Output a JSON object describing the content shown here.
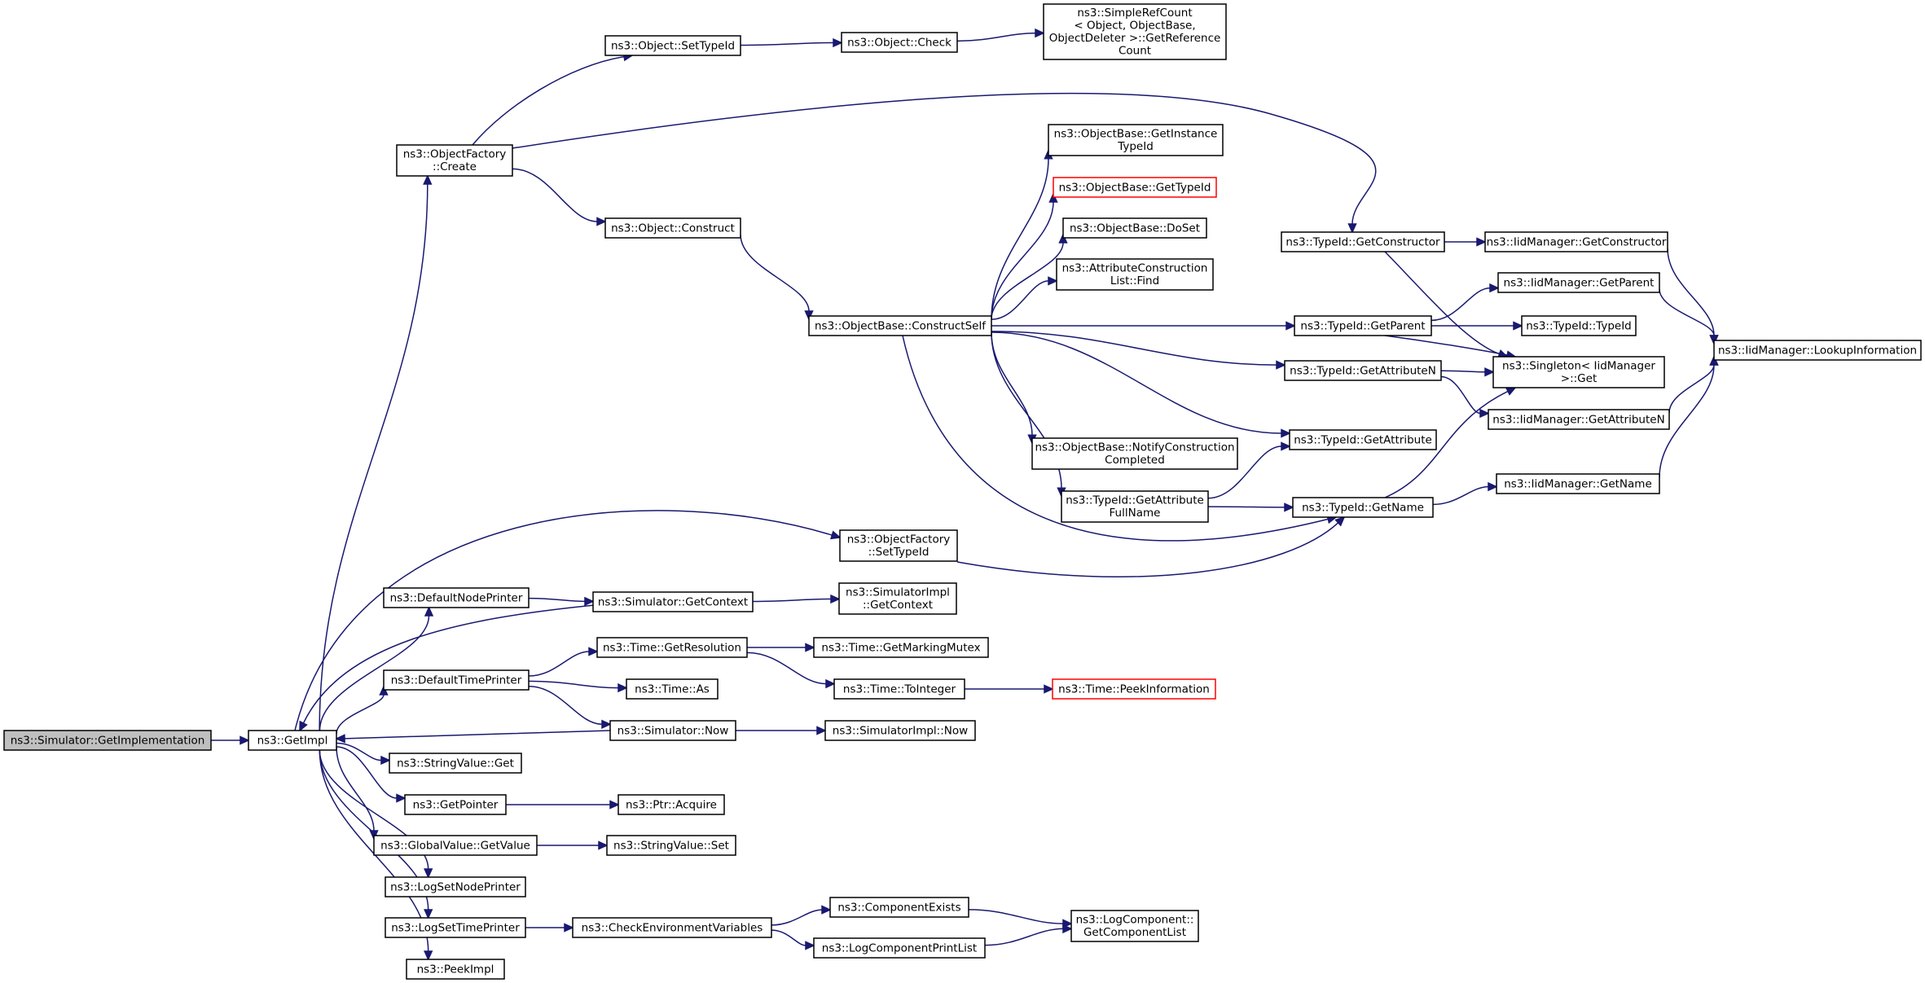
{
  "diagram": {
    "colors": {
      "edge": "#191970",
      "node_border": "#000000",
      "missing_border": "#ff0000",
      "root_fill": "#bfbfbf",
      "background": "#ffffff"
    },
    "nodes": [
      {
        "id": "n0",
        "lines": [
          "ns3::Simulator::GetImplementation"
        ],
        "style": "root"
      },
      {
        "id": "n1",
        "lines": [
          "ns3::GetImpl"
        ]
      },
      {
        "id": "n2",
        "lines": [
          "ns3::ObjectFactory",
          "::Create"
        ]
      },
      {
        "id": "n3",
        "lines": [
          "ns3::Object::SetTypeId"
        ]
      },
      {
        "id": "n4",
        "lines": [
          "ns3::Object::Check"
        ]
      },
      {
        "id": "n5",
        "lines": [
          "ns3::SimpleRefCount",
          "< Object, ObjectBase,",
          " ObjectDeleter >::GetReference",
          "Count"
        ]
      },
      {
        "id": "n6",
        "lines": [
          "ns3::Object::Construct"
        ]
      },
      {
        "id": "n7",
        "lines": [
          "ns3::ObjectBase::ConstructSelf"
        ]
      },
      {
        "id": "n8",
        "lines": [
          "ns3::ObjectBase::GetInstance",
          "TypeId"
        ]
      },
      {
        "id": "n9",
        "lines": [
          "ns3::ObjectBase::GetTypeId"
        ],
        "style": "missing"
      },
      {
        "id": "n10",
        "lines": [
          "ns3::ObjectBase::DoSet"
        ]
      },
      {
        "id": "n11",
        "lines": [
          "ns3::AttributeConstruction",
          "List::Find"
        ]
      },
      {
        "id": "n12",
        "lines": [
          "ns3::ObjectBase::NotifyConstruction",
          "Completed"
        ]
      },
      {
        "id": "n13",
        "lines": [
          "ns3::TypeId::GetAttribute",
          "FullName"
        ]
      },
      {
        "id": "n14",
        "lines": [
          "ns3::TypeId::GetConstructor"
        ]
      },
      {
        "id": "n15",
        "lines": [
          "ns3::IidManager::GetConstructor"
        ]
      },
      {
        "id": "n16",
        "lines": [
          "ns3::TypeId::GetParent"
        ]
      },
      {
        "id": "n17",
        "lines": [
          "ns3::IidManager::GetParent"
        ]
      },
      {
        "id": "n18",
        "lines": [
          "ns3::TypeId::TypeId"
        ]
      },
      {
        "id": "n19",
        "lines": [
          "ns3::TypeId::GetAttributeN"
        ]
      },
      {
        "id": "n20",
        "lines": [
          "ns3::Singleton< IidManager",
          " >::Get"
        ]
      },
      {
        "id": "n21",
        "lines": [
          "ns3::IidManager::GetAttributeN"
        ]
      },
      {
        "id": "n22",
        "lines": [
          "ns3::IidManager::LookupInformation"
        ]
      },
      {
        "id": "n23",
        "lines": [
          "ns3::TypeId::GetAttribute"
        ]
      },
      {
        "id": "n24",
        "lines": [
          "ns3::TypeId::GetName"
        ]
      },
      {
        "id": "n25",
        "lines": [
          "ns3::IidManager::GetName"
        ]
      },
      {
        "id": "n26",
        "lines": [
          "ns3::ObjectFactory",
          "::SetTypeId"
        ]
      },
      {
        "id": "n27",
        "lines": [
          "ns3::DefaultNodePrinter"
        ]
      },
      {
        "id": "n28",
        "lines": [
          "ns3::Simulator::GetContext"
        ]
      },
      {
        "id": "n29",
        "lines": [
          "ns3::SimulatorImpl",
          "::GetContext"
        ]
      },
      {
        "id": "n30",
        "lines": [
          "ns3::DefaultTimePrinter"
        ]
      },
      {
        "id": "n31",
        "lines": [
          "ns3::Time::GetResolution"
        ]
      },
      {
        "id": "n32",
        "lines": [
          "ns3::Time::GetMarkingMutex"
        ]
      },
      {
        "id": "n33",
        "lines": [
          "ns3::Time::As"
        ]
      },
      {
        "id": "n34",
        "lines": [
          "ns3::Time::ToInteger"
        ]
      },
      {
        "id": "n35",
        "lines": [
          "ns3::Time::PeekInformation"
        ],
        "style": "missing"
      },
      {
        "id": "n36",
        "lines": [
          "ns3::Simulator::Now"
        ]
      },
      {
        "id": "n37",
        "lines": [
          "ns3::SimulatorImpl::Now"
        ]
      },
      {
        "id": "n38",
        "lines": [
          "ns3::StringValue::Get"
        ]
      },
      {
        "id": "n39",
        "lines": [
          "ns3::GetPointer"
        ]
      },
      {
        "id": "n40",
        "lines": [
          "ns3::Ptr::Acquire"
        ]
      },
      {
        "id": "n41",
        "lines": [
          "ns3::GlobalValue::GetValue"
        ]
      },
      {
        "id": "n42",
        "lines": [
          "ns3::StringValue::Set"
        ]
      },
      {
        "id": "n43",
        "lines": [
          "ns3::LogSetNodePrinter"
        ]
      },
      {
        "id": "n44",
        "lines": [
          "ns3::LogSetTimePrinter"
        ]
      },
      {
        "id": "n45",
        "lines": [
          "ns3::CheckEnvironmentVariables"
        ]
      },
      {
        "id": "n46",
        "lines": [
          "ns3::ComponentExists"
        ]
      },
      {
        "id": "n47",
        "lines": [
          "ns3::LogComponent::",
          "GetComponentList"
        ]
      },
      {
        "id": "n48",
        "lines": [
          "ns3::LogComponentPrintList"
        ]
      },
      {
        "id": "n49",
        "lines": [
          "ns3::PeekImpl"
        ]
      }
    ],
    "edges": [
      [
        "n0",
        "n1"
      ],
      [
        "n1",
        "n2"
      ],
      [
        "n2",
        "n3"
      ],
      [
        "n3",
        "n4"
      ],
      [
        "n4",
        "n5"
      ],
      [
        "n2",
        "n6"
      ],
      [
        "n2",
        "n14"
      ],
      [
        "n6",
        "n7"
      ],
      [
        "n7",
        "n8"
      ],
      [
        "n7",
        "n9"
      ],
      [
        "n7",
        "n10"
      ],
      [
        "n7",
        "n11"
      ],
      [
        "n7",
        "n12"
      ],
      [
        "n7",
        "n13"
      ],
      [
        "n7",
        "n16"
      ],
      [
        "n7",
        "n19"
      ],
      [
        "n7",
        "n23"
      ],
      [
        "n7",
        "n24"
      ],
      [
        "n14",
        "n15"
      ],
      [
        "n14",
        "n20"
      ],
      [
        "n15",
        "n22"
      ],
      [
        "n16",
        "n17"
      ],
      [
        "n16",
        "n18"
      ],
      [
        "n16",
        "n20"
      ],
      [
        "n17",
        "n22"
      ],
      [
        "n19",
        "n20"
      ],
      [
        "n19",
        "n21"
      ],
      [
        "n21",
        "n22"
      ],
      [
        "n13",
        "n23"
      ],
      [
        "n13",
        "n24"
      ],
      [
        "n24",
        "n20"
      ],
      [
        "n24",
        "n25"
      ],
      [
        "n25",
        "n22"
      ],
      [
        "n1",
        "n26"
      ],
      [
        "n26",
        "n24"
      ],
      [
        "n1",
        "n27"
      ],
      [
        "n27",
        "n28"
      ],
      [
        "n28",
        "n1"
      ],
      [
        "n28",
        "n29"
      ],
      [
        "n1",
        "n30"
      ],
      [
        "n30",
        "n31"
      ],
      [
        "n31",
        "n32"
      ],
      [
        "n31",
        "n34"
      ],
      [
        "n34",
        "n35"
      ],
      [
        "n30",
        "n33"
      ],
      [
        "n30",
        "n36"
      ],
      [
        "n36",
        "n1"
      ],
      [
        "n36",
        "n37"
      ],
      [
        "n1",
        "n38"
      ],
      [
        "n1",
        "n39"
      ],
      [
        "n39",
        "n40"
      ],
      [
        "n1",
        "n41"
      ],
      [
        "n41",
        "n42"
      ],
      [
        "n1",
        "n43"
      ],
      [
        "n1",
        "n44"
      ],
      [
        "n44",
        "n45"
      ],
      [
        "n45",
        "n46"
      ],
      [
        "n45",
        "n48"
      ],
      [
        "n46",
        "n47"
      ],
      [
        "n48",
        "n47"
      ],
      [
        "n1",
        "n49"
      ]
    ]
  }
}
